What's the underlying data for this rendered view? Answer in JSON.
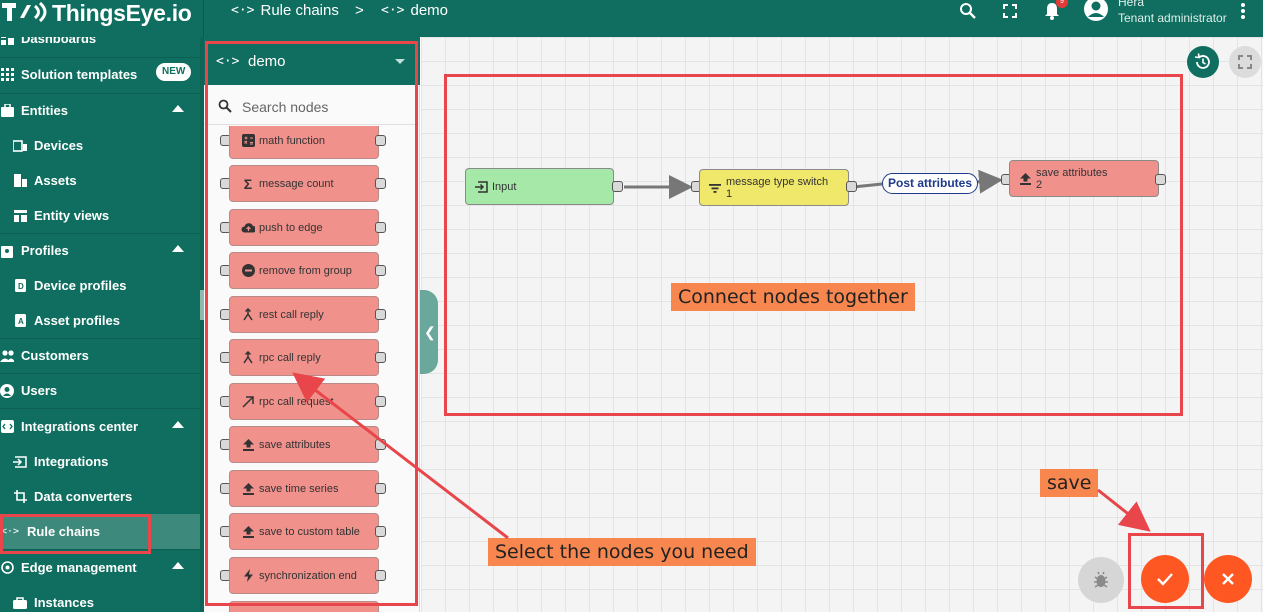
{
  "app": {
    "logo_text": "ThingsEye.io",
    "breadcrumb": {
      "root_glyph": "<·>",
      "root_label": "Rule chains",
      "separator": ">",
      "current_glyph": "<·>",
      "current_label": "demo"
    },
    "user": {
      "name": "Hera",
      "role": "Tenant administrator"
    },
    "notification_count": "9"
  },
  "sidebar": {
    "items": [
      {
        "label": "Dashboards",
        "icon": "dashboards-icon"
      },
      {
        "label": "Solution templates",
        "icon": "grid-icon",
        "badge": "NEW"
      },
      {
        "label": "Entities",
        "icon": "entities-icon",
        "expanded": true
      },
      {
        "label": "Devices",
        "icon": "devices-icon"
      },
      {
        "label": "Assets",
        "icon": "assets-icon"
      },
      {
        "label": "Entity views",
        "icon": "entity-views-icon"
      },
      {
        "label": "Profiles",
        "icon": "profiles-icon",
        "expanded": true
      },
      {
        "label": "Device profiles",
        "icon": "device-profile-icon"
      },
      {
        "label": "Asset profiles",
        "icon": "asset-profile-icon"
      },
      {
        "label": "Customers",
        "icon": "customers-icon"
      },
      {
        "label": "Users",
        "icon": "users-icon"
      },
      {
        "label": "Integrations center",
        "icon": "integrations-center-icon",
        "expanded": true
      },
      {
        "label": "Integrations",
        "icon": "integrations-icon"
      },
      {
        "label": "Data converters",
        "icon": "data-converters-icon"
      },
      {
        "label": "Rule chains",
        "icon": "rule-chains-icon",
        "active": true
      },
      {
        "label": "Edge management",
        "icon": "edge-icon",
        "expanded": true
      },
      {
        "label": "Instances",
        "icon": "instances-icon"
      }
    ]
  },
  "palette": {
    "title": "demo",
    "search_placeholder": "Search nodes",
    "nodes": [
      {
        "label": "math function",
        "icon": "calculator-icon"
      },
      {
        "label": "message count",
        "icon": "sigma-icon"
      },
      {
        "label": "push to edge",
        "icon": "cloud-upload-icon"
      },
      {
        "label": "remove from group",
        "icon": "remove-circle-icon"
      },
      {
        "label": "rest call reply",
        "icon": "call-merge-icon"
      },
      {
        "label": "rpc call reply",
        "icon": "call-merge-icon"
      },
      {
        "label": "rpc call request",
        "icon": "arrow-up-right-icon"
      },
      {
        "label": "save attributes",
        "icon": "upload-icon"
      },
      {
        "label": "save time series",
        "icon": "upload-icon"
      },
      {
        "label": "save to custom table",
        "icon": "upload-icon"
      },
      {
        "label": "synchronization end",
        "icon": "bolt-icon"
      }
    ]
  },
  "canvas": {
    "nodes": [
      {
        "label": "Input",
        "sub": "",
        "color": "#a5e8a8",
        "icon": "input-icon"
      },
      {
        "label": "message type switch",
        "sub": "1",
        "color": "#f0e86a",
        "icon": "filter-icon"
      },
      {
        "label": "save attributes",
        "sub": "2",
        "color": "#f0918c",
        "icon": "upload-icon"
      }
    ],
    "edge_label": "Post attributes"
  },
  "annotations": {
    "connect": "Connect nodes together",
    "select": "Select the nodes you need",
    "save": "save"
  },
  "colors": {
    "brand": "#0f6e5f",
    "accent": "#ff5722",
    "annotation": "#e8464a",
    "annotation_label_bg": "#f7874f"
  }
}
